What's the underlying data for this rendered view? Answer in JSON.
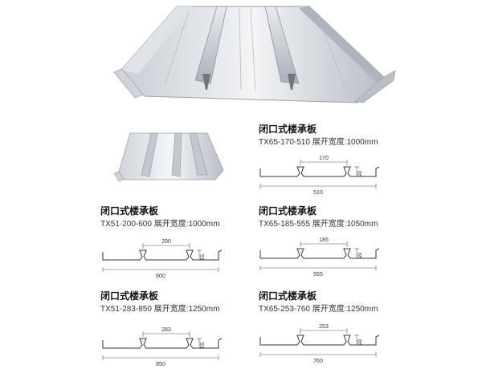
{
  "products": [
    {
      "title": "闭口式楼承板",
      "model": "TX65-170-510",
      "width_label": "展开宽度:",
      "width_value": "1000mm",
      "pitch": "170",
      "height": "65",
      "cover": "510"
    },
    {
      "title": "闭口式楼承板",
      "model": "TX51-200-600",
      "width_label": "展开宽度:",
      "width_value": "1000mm",
      "pitch": "200",
      "height": "51",
      "cover": "600"
    },
    {
      "title": "闭口式楼承板",
      "model": "TX65-185-555",
      "width_label": "展开宽度:",
      "width_value": "1050mm",
      "pitch": "185",
      "height": "65",
      "cover": "555"
    },
    {
      "title": "闭口式楼承板",
      "model": "TX51-283-850",
      "width_label": "展开宽度:",
      "width_value": "1250mm",
      "pitch": "283",
      "height": "51",
      "cover": "850"
    },
    {
      "title": "闭口式楼承板",
      "model": "TX65-253-760",
      "width_label": "展开宽度:",
      "width_value": "1250mm",
      "pitch": "253",
      "height": "65",
      "cover": "760"
    }
  ]
}
